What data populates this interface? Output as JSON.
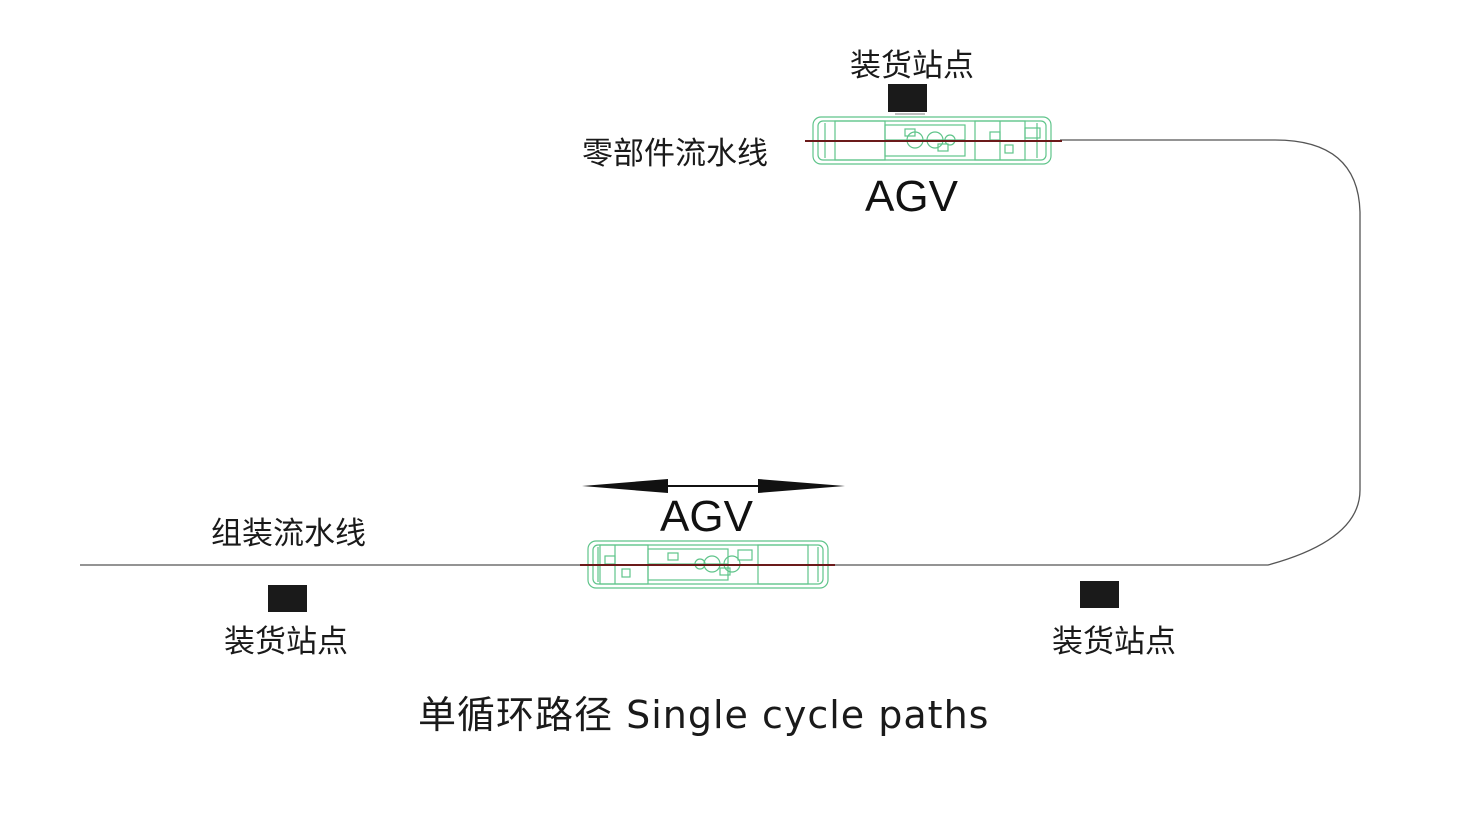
{
  "diagram": {
    "caption": "单循环路径 Single cycle paths",
    "lines": {
      "parts_line": "零部件流水线",
      "assembly_line": "组装流水线"
    },
    "stations": [
      {
        "label": "装货站点"
      },
      {
        "label": "装货站点"
      },
      {
        "label": "装货站点"
      }
    ],
    "agvs": [
      {
        "label": "AGV"
      },
      {
        "label": "AGV"
      }
    ],
    "colors": {
      "path": "#555555",
      "station": "#1a1a1a",
      "agv_outline": "#5fc48a",
      "agv_axle": "#6b1a1a",
      "arrow": "#111111"
    }
  }
}
